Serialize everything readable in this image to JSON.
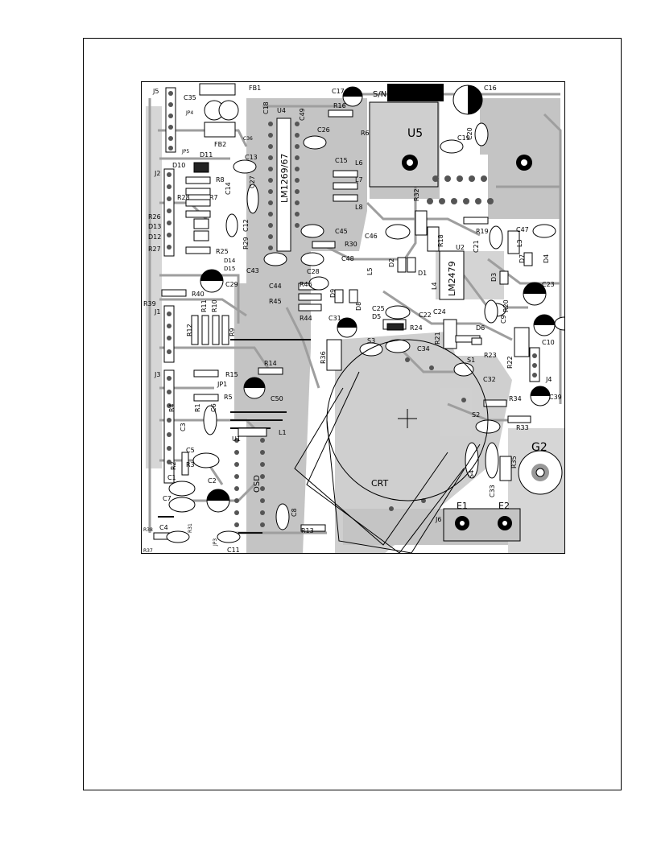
{
  "board": {
    "serial_label": "S/N",
    "ic_u5": "U5",
    "ic_u4": "U4",
    "ic_u4_part": "LM1269/67",
    "ic_u2": "U2",
    "ic_u2_part": "LM2479",
    "ic_u1": "U1",
    "osd": "OSD",
    "crt": "CRT",
    "g2": "G2",
    "e1": "E1",
    "e2": "E2",
    "j6": "J6"
  },
  "designators": [
    {
      "t": "J5"
    },
    {
      "t": "C35"
    },
    {
      "t": "FB1"
    },
    {
      "t": "C17"
    },
    {
      "t": "C16"
    },
    {
      "t": "JP4"
    },
    {
      "t": "C36"
    },
    {
      "t": "FB2"
    },
    {
      "t": "JP5"
    },
    {
      "t": "C18"
    },
    {
      "t": "C49"
    },
    {
      "t": "R16"
    },
    {
      "t": "R6"
    },
    {
      "t": "C26"
    },
    {
      "t": "C20"
    },
    {
      "t": "C19"
    },
    {
      "t": "D11"
    },
    {
      "t": "D10"
    },
    {
      "t": "C13"
    },
    {
      "t": "C15"
    },
    {
      "t": "L6"
    },
    {
      "t": "J2"
    },
    {
      "t": "R8"
    },
    {
      "t": "C14"
    },
    {
      "t": "C27"
    },
    {
      "t": "L7"
    },
    {
      "t": "R28"
    },
    {
      "t": "R7"
    },
    {
      "t": "R32"
    },
    {
      "t": "L8"
    },
    {
      "t": "R26"
    },
    {
      "t": "R29"
    },
    {
      "t": "C12"
    },
    {
      "t": "D13"
    },
    {
      "t": "D12"
    },
    {
      "t": "C46"
    },
    {
      "t": "R19"
    },
    {
      "t": "C47"
    },
    {
      "t": "C45"
    },
    {
      "t": "R30"
    },
    {
      "t": "R18"
    },
    {
      "t": "R27"
    },
    {
      "t": "R25"
    },
    {
      "t": "D14"
    },
    {
      "t": "D15"
    },
    {
      "t": "L3"
    },
    {
      "t": "C28"
    },
    {
      "t": "C43"
    },
    {
      "t": "C48"
    },
    {
      "t": "C21"
    },
    {
      "t": "D7"
    },
    {
      "t": "D4"
    },
    {
      "t": "D2"
    },
    {
      "t": "C29"
    },
    {
      "t": "C44"
    },
    {
      "t": "R46"
    },
    {
      "t": "L5"
    },
    {
      "t": "D3"
    },
    {
      "t": "C23"
    },
    {
      "t": "D1"
    },
    {
      "t": "R39"
    },
    {
      "t": "R40"
    },
    {
      "t": "R45"
    },
    {
      "t": "D9"
    },
    {
      "t": "D8"
    },
    {
      "t": "L4"
    },
    {
      "t": "R20"
    },
    {
      "t": "J1"
    },
    {
      "t": "R11"
    },
    {
      "t": "R10"
    },
    {
      "t": "R44"
    },
    {
      "t": "C25"
    },
    {
      "t": "C22"
    },
    {
      "t": "C24"
    },
    {
      "t": "D5"
    },
    {
      "t": "C9"
    },
    {
      "t": "C31"
    },
    {
      "t": "R24"
    },
    {
      "t": "D6"
    },
    {
      "t": "C10"
    },
    {
      "t": "R12"
    },
    {
      "t": "R9"
    },
    {
      "t": "S3"
    },
    {
      "t": "C34"
    },
    {
      "t": "R21"
    },
    {
      "t": "R23"
    },
    {
      "t": "R36"
    },
    {
      "t": "S1"
    },
    {
      "t": "R22"
    },
    {
      "t": "R14"
    },
    {
      "t": "J3"
    },
    {
      "t": "R15"
    },
    {
      "t": "C32"
    },
    {
      "t": "J4"
    },
    {
      "t": "JP1"
    },
    {
      "t": "C50"
    },
    {
      "t": "R34"
    },
    {
      "t": "C39"
    },
    {
      "t": "R5"
    },
    {
      "t": "R4"
    },
    {
      "t": "C3"
    },
    {
      "t": "C6"
    },
    {
      "t": "S2"
    },
    {
      "t": "R33"
    },
    {
      "t": "L1"
    },
    {
      "t": "R1"
    },
    {
      "t": "C5"
    },
    {
      "t": "R3"
    },
    {
      "t": "R2"
    },
    {
      "t": "S4"
    },
    {
      "t": "R35"
    },
    {
      "t": "C1"
    },
    {
      "t": "C2"
    },
    {
      "t": "C33"
    },
    {
      "t": "C7"
    },
    {
      "t": "C8"
    },
    {
      "t": "R13"
    },
    {
      "t": "C4"
    },
    {
      "t": "R38"
    },
    {
      "t": "R37"
    },
    {
      "t": "C11"
    },
    {
      "t": "R31"
    },
    {
      "t": "JP3"
    }
  ]
}
